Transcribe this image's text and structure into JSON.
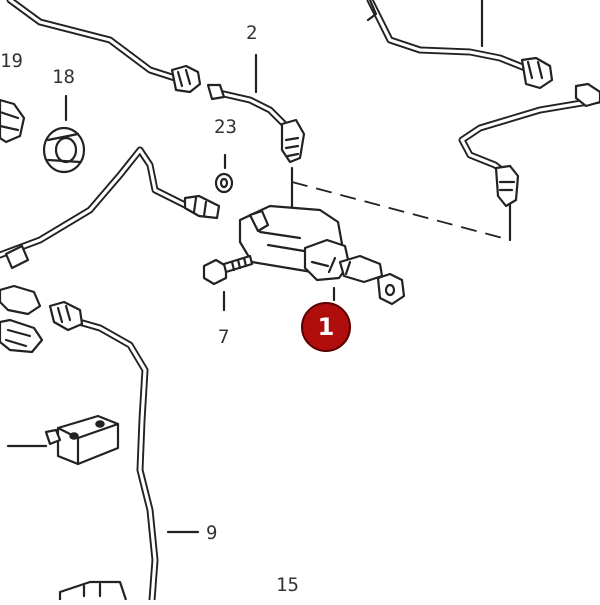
{
  "diagram": {
    "labels": {
      "part_2": "2",
      "part_19": "19",
      "part_18": "18",
      "part_23": "23",
      "part_7": "7",
      "part_9": "9",
      "part_15": "15"
    },
    "callout": {
      "number": "1",
      "color": "#b00d0d"
    }
  }
}
